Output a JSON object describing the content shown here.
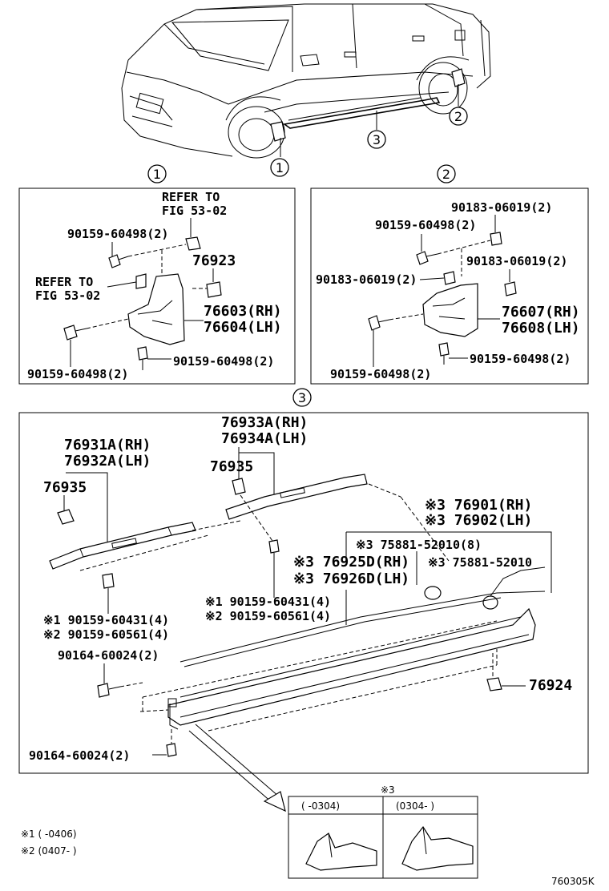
{
  "callouts": {
    "c1": "1",
    "c2": "2",
    "c3": "3"
  },
  "panel1": {
    "refer_top_1": "REFER TO",
    "refer_top_2": "FIG 53-02",
    "refer_left_1": "REFER TO",
    "refer_left_2": "FIG 53-02",
    "p_90159_top": "90159-60498(2)",
    "p_76923": "76923",
    "p_76603": "76603(RH)",
    "p_76604": "76604(LH)",
    "p_90159_right": "90159-60498(2)",
    "p_90159_bottom": "90159-60498(2)"
  },
  "panel2": {
    "p_90183_top": "90183-06019(2)",
    "p_90159_top": "90159-60498(2)",
    "p_90183_right": "90183-06019(2)",
    "p_90183_left": "90183-06019(2)",
    "p_76607": "76607(RH)",
    "p_76608": "76608(LH)",
    "p_90159_right": "90159-60498(2)",
    "p_90159_bottom": "90159-60498(2)"
  },
  "panel3": {
    "p_76933A": "76933A(RH)",
    "p_76934A": "76934A(LH)",
    "p_76931A": "76931A(RH)",
    "p_76932A": "76932A(LH)",
    "p_76935_mid": "76935",
    "p_76935_left": "76935",
    "p_76901": "※3 76901(RH)",
    "p_76902": "※3 76902(LH)",
    "p_75881_a": "※3 75881-52010(8)",
    "p_76925D": "※3 76925D(RH)",
    "p_76926D": "※3 76926D(LH)",
    "p_75881_b": "※3 75881-52010",
    "p_90159_mid_1": "※1 90159-60431(4)",
    "p_90159_mid_2": "※2 90159-60561(4)",
    "p_90159_left_1": "※1 90159-60431(4)",
    "p_90159_left_2": "※2 90159-60561(4)",
    "p_90164_top": "90164-60024(2)",
    "p_76924": "76924",
    "p_90164_bottom": "90164-60024(2)"
  },
  "inset": {
    "note": "※3",
    "col1": "(    -0304)",
    "col2": "(0304-    )"
  },
  "legend": {
    "note1": "※1 (     -0406)",
    "note2": "※2 (0407-     )"
  },
  "figure_code": "760305K"
}
